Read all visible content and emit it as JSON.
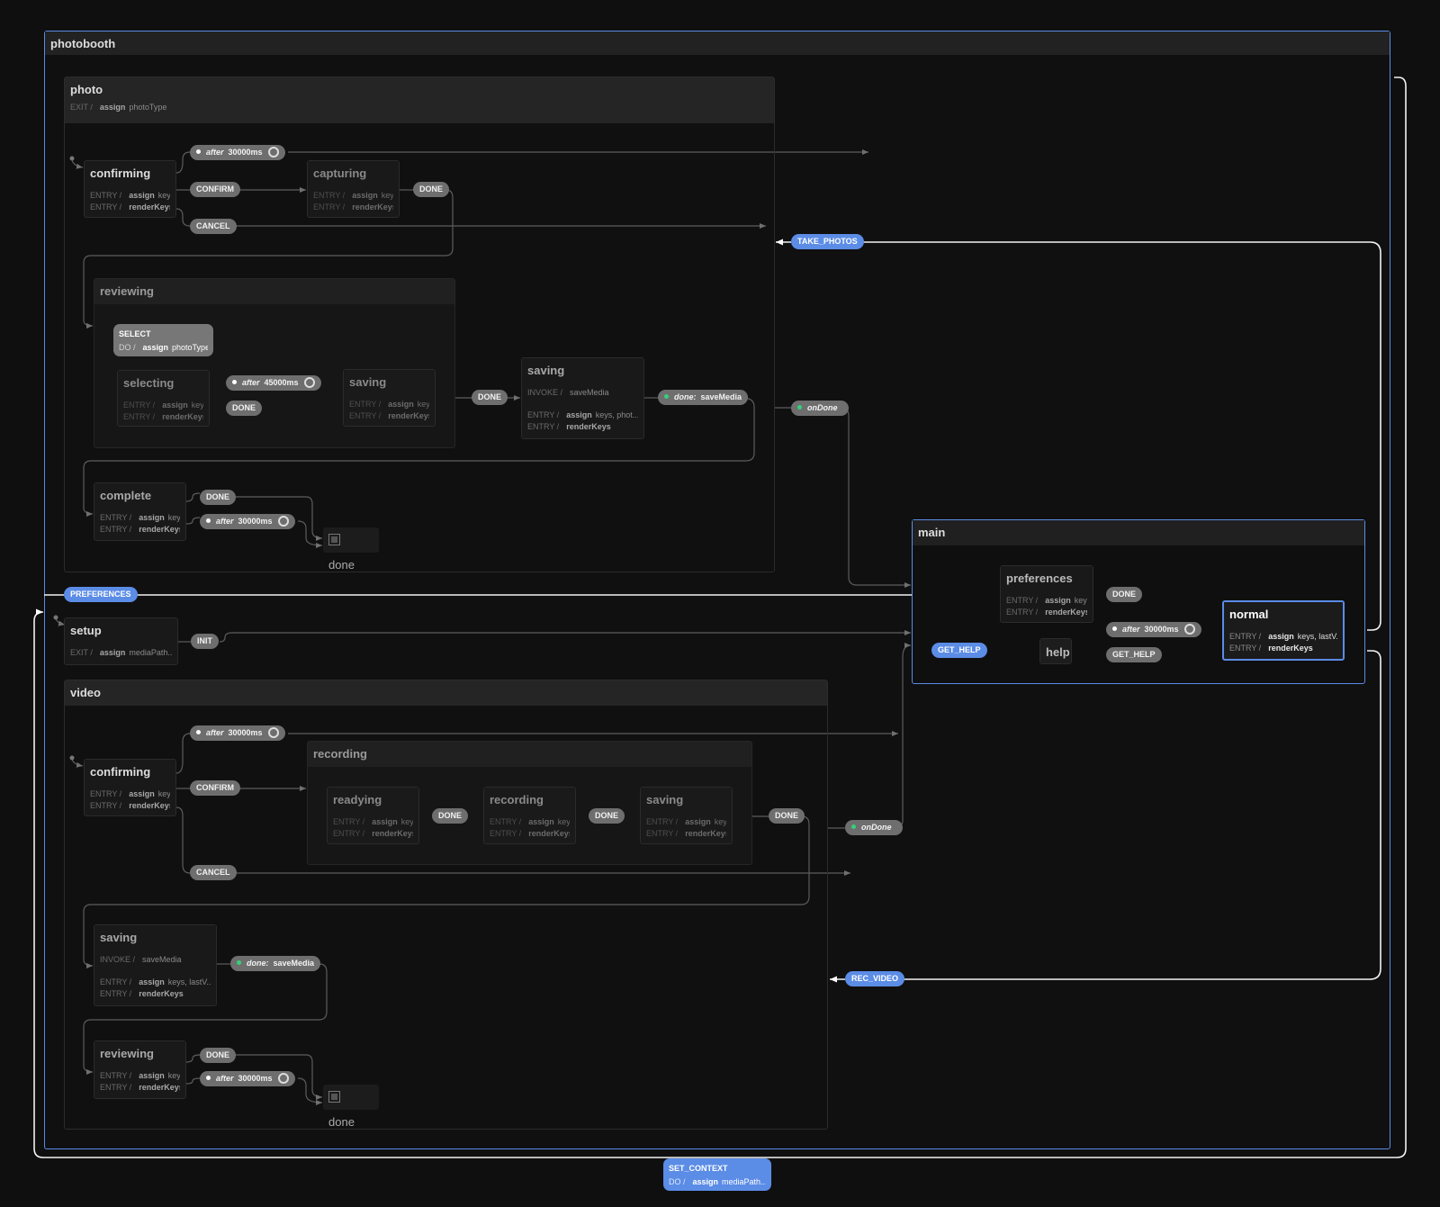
{
  "root": {
    "label": "photobooth"
  },
  "photo": {
    "label": "photo",
    "actions": [
      {
        "kind": "EXIT /",
        "verb": "assign",
        "arg": "photoType"
      }
    ],
    "confirming": {
      "label": "confirming",
      "actions": [
        {
          "kind": "ENTRY /",
          "verb": "assign",
          "arg": "keys"
        },
        {
          "kind": "ENTRY /",
          "verb": "renderKeys",
          "arg": ""
        }
      ]
    },
    "capturing": {
      "label": "capturing",
      "actions": [
        {
          "kind": "ENTRY /",
          "verb": "assign",
          "arg": "keys"
        },
        {
          "kind": "ENTRY /",
          "verb": "renderKeys",
          "arg": ""
        }
      ]
    },
    "reviewing": {
      "label": "reviewing",
      "select_event": {
        "title": "SELECT",
        "kind": "DO /",
        "verb": "assign",
        "arg": "photoType"
      },
      "selecting": {
        "label": "selecting",
        "actions": [
          {
            "kind": "ENTRY /",
            "verb": "assign",
            "arg": "keys"
          },
          {
            "kind": "ENTRY /",
            "verb": "renderKeys",
            "arg": ""
          }
        ]
      },
      "saving": {
        "label": "saving",
        "actions": [
          {
            "kind": "ENTRY /",
            "verb": "assign",
            "arg": "keys"
          },
          {
            "kind": "ENTRY /",
            "verb": "renderKeys",
            "arg": ""
          }
        ]
      }
    },
    "saving": {
      "label": "saving",
      "invoke": {
        "kind": "INVOKE /",
        "arg": "saveMedia"
      },
      "actions": [
        {
          "kind": "ENTRY /",
          "verb": "assign",
          "arg": "keys, phot..."
        },
        {
          "kind": "ENTRY /",
          "verb": "renderKeys",
          "arg": ""
        }
      ]
    },
    "complete": {
      "label": "complete",
      "actions": [
        {
          "kind": "ENTRY /",
          "verb": "assign",
          "arg": "keys"
        },
        {
          "kind": "ENTRY /",
          "verb": "renderKeys",
          "arg": ""
        }
      ]
    },
    "done": {
      "label": "done"
    }
  },
  "setup": {
    "label": "setup",
    "actions": [
      {
        "kind": "EXIT /",
        "verb": "assign",
        "arg": "mediaPath..."
      }
    ]
  },
  "video": {
    "label": "video",
    "confirming": {
      "label": "confirming",
      "actions": [
        {
          "kind": "ENTRY /",
          "verb": "assign",
          "arg": "keys"
        },
        {
          "kind": "ENTRY /",
          "verb": "renderKeys",
          "arg": ""
        }
      ]
    },
    "recording": {
      "label": "recording",
      "readying": {
        "label": "readying",
        "actions": [
          {
            "kind": "ENTRY /",
            "verb": "assign",
            "arg": "keys"
          },
          {
            "kind": "ENTRY /",
            "verb": "renderKeys",
            "arg": ""
          }
        ]
      },
      "recording": {
        "label": "recording",
        "actions": [
          {
            "kind": "ENTRY /",
            "verb": "assign",
            "arg": "keys"
          },
          {
            "kind": "ENTRY /",
            "verb": "renderKeys",
            "arg": ""
          }
        ]
      },
      "saving": {
        "label": "saving",
        "actions": [
          {
            "kind": "ENTRY /",
            "verb": "assign",
            "arg": "keys"
          },
          {
            "kind": "ENTRY /",
            "verb": "renderKeys",
            "arg": ""
          }
        ]
      }
    },
    "saving": {
      "label": "saving",
      "invoke": {
        "kind": "INVOKE /",
        "arg": "saveMedia"
      },
      "actions": [
        {
          "kind": "ENTRY /",
          "verb": "assign",
          "arg": "keys, lastV..."
        },
        {
          "kind": "ENTRY /",
          "verb": "renderKeys",
          "arg": ""
        }
      ]
    },
    "reviewing": {
      "label": "reviewing",
      "actions": [
        {
          "kind": "ENTRY /",
          "verb": "assign",
          "arg": "keys"
        },
        {
          "kind": "ENTRY /",
          "verb": "renderKeys",
          "arg": ""
        }
      ]
    },
    "done": {
      "label": "done"
    }
  },
  "main": {
    "label": "main",
    "preferences": {
      "label": "preferences",
      "actions": [
        {
          "kind": "ENTRY /",
          "verb": "assign",
          "arg": "keys"
        },
        {
          "kind": "ENTRY /",
          "verb": "renderKeys",
          "arg": ""
        }
      ]
    },
    "help": {
      "label": "help"
    },
    "normal": {
      "label": "normal",
      "actions": [
        {
          "kind": "ENTRY /",
          "verb": "assign",
          "arg": "keys, lastV..."
        },
        {
          "kind": "ENTRY /",
          "verb": "renderKeys",
          "arg": ""
        }
      ]
    }
  },
  "events": {
    "photo_after": {
      "kw": "after",
      "val": "30000ms"
    },
    "photo_confirm": "CONFIRM",
    "photo_cancel": "CANCEL",
    "capturing_done": "DONE",
    "select_after": {
      "kw": "after",
      "val": "45000ms"
    },
    "select_done": "DONE",
    "review_done": "DONE",
    "photo_saving_done": {
      "kw": "done:",
      "val": "saveMedia"
    },
    "complete_done": "DONE",
    "complete_after": {
      "kw": "after",
      "val": "30000ms"
    },
    "photo_ondone": {
      "kw": "onDone"
    },
    "take_photos": "TAKE_PHOTOS",
    "preferences": "PREFERENCES",
    "init": "INIT",
    "get_help": "GET_HELP",
    "pref_done": "DONE",
    "help_after": {
      "kw": "after",
      "val": "30000ms"
    },
    "help_get_help": "GET_HELP",
    "video_after": {
      "kw": "after",
      "val": "30000ms"
    },
    "video_confirm": "CONFIRM",
    "video_cancel": "CANCEL",
    "readying_done": "DONE",
    "recording_done": "DONE",
    "vsaving_done": "DONE",
    "video_ondone": {
      "kw": "onDone"
    },
    "video_saving_done": {
      "kw": "done:",
      "val": "saveMedia"
    },
    "vreview_done": "DONE",
    "vreview_after": {
      "kw": "after",
      "val": "30000ms"
    },
    "rec_video": "REC_VIDEO",
    "set_context": {
      "title": "SET_CONTEXT",
      "kind": "DO /",
      "verb": "assign",
      "arg": "mediaPath..."
    }
  },
  "colors": {
    "background": "#0f0f0f",
    "active": "#5b8ce6",
    "node": "#191919",
    "pill": "#6e6e6e",
    "done_dot": "#34d17a"
  }
}
